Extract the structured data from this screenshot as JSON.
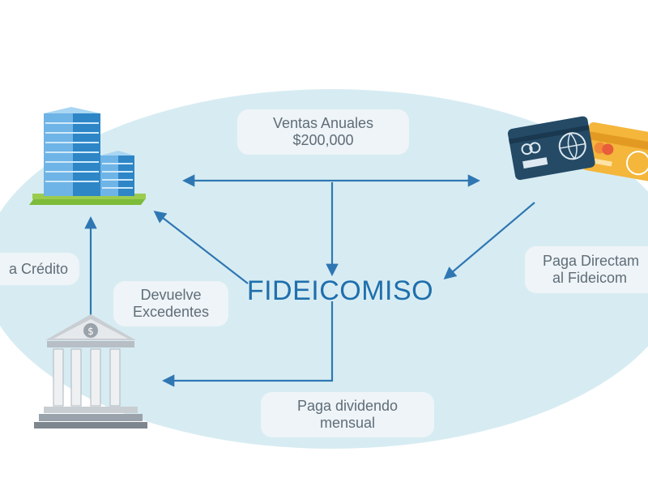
{
  "center": {
    "label": "FIDEICOMISO"
  },
  "labels": {
    "ventas": {
      "line1": "Ventas Anuales",
      "line2": "$200,000"
    },
    "credito": {
      "line1": "a Crédito"
    },
    "devuelve": {
      "line1": "Devuelve",
      "line2": "Excedentes"
    },
    "paga_directo": {
      "line1": "Paga Directam",
      "line2": "al Fideicom"
    },
    "dividendo": {
      "line1": "Paga dividendo",
      "line2": "mensual"
    }
  },
  "icons": {
    "company": "office-buildings-icon",
    "cards": "credit-cards-icon",
    "bank": "bank-icon"
  },
  "colors": {
    "ellipse": "#d7ecf2",
    "arrow": "#2f77b3",
    "label_bg": "#eef4f7",
    "text": "#5f6d78",
    "center_text": "#1f6fad"
  }
}
